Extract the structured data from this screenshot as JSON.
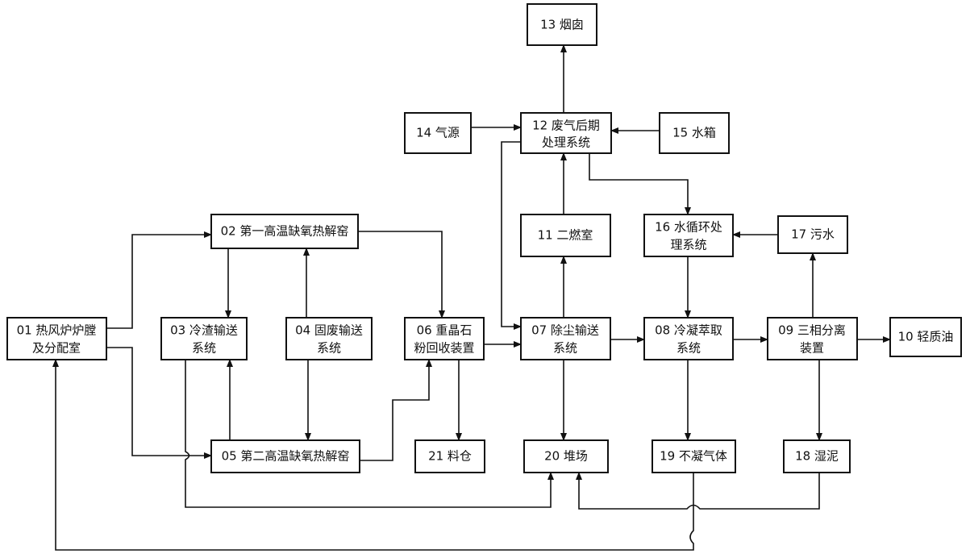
{
  "colors": {
    "stroke": "#111111",
    "background": "#ffffff"
  },
  "nodes": {
    "n01": [
      "01 热风炉炉膛",
      "及分配室"
    ],
    "n02": [
      "02 第一高温缺氧热解窑"
    ],
    "n03": [
      "03 冷渣输送",
      "系统"
    ],
    "n04": [
      "04 固废输送",
      "系统"
    ],
    "n05": [
      "05 第二高温缺氧热解窑"
    ],
    "n06": [
      "06 重晶石",
      "粉回收装置"
    ],
    "n07": [
      "07 除尘输送",
      "系统"
    ],
    "n08": [
      "08 冷凝萃取",
      "系统"
    ],
    "n09": [
      "09 三相分离",
      "装置"
    ],
    "n10": [
      "10 轻质油"
    ],
    "n11": [
      "11 二燃室"
    ],
    "n12": [
      "12 废气后期",
      "处理系统"
    ],
    "n13": [
      "13 烟囱"
    ],
    "n14": [
      "14 气源"
    ],
    "n15": [
      "15 水箱"
    ],
    "n16": [
      "16 水循环处",
      "理系统"
    ],
    "n17": [
      "17 污水"
    ],
    "n18": [
      "18 湿泥"
    ],
    "n19": [
      "19 不凝气体"
    ],
    "n20": [
      "20 堆场"
    ],
    "n21": [
      "21 料仓"
    ]
  }
}
